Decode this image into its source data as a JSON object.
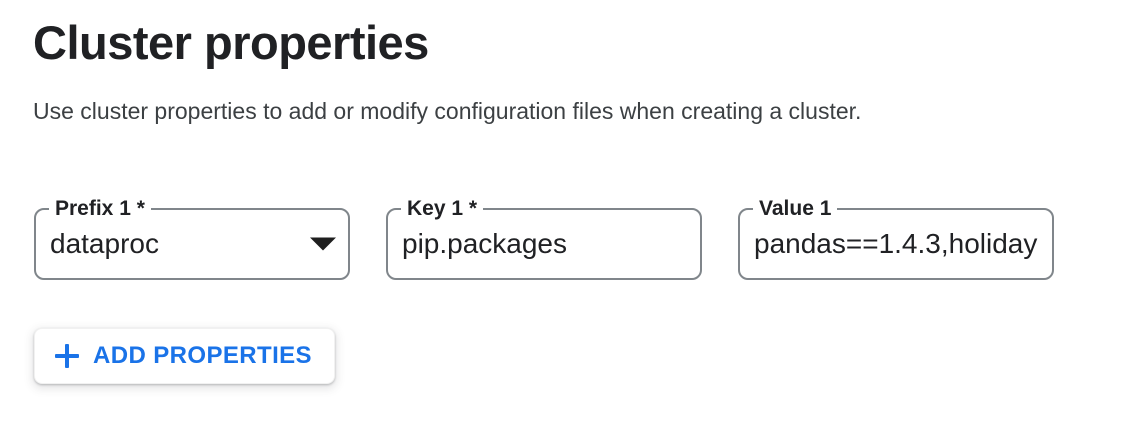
{
  "header": {
    "title": "Cluster properties",
    "description": "Use cluster properties to add or modify configuration files when creating a cluster."
  },
  "fields": {
    "prefix": {
      "label": "Prefix 1 *",
      "value": "dataproc",
      "type": "select",
      "icon": "caret-down-icon"
    },
    "key": {
      "label": "Key 1 *",
      "value": "pip.packages",
      "type": "text"
    },
    "value": {
      "label": "Value 1",
      "value": "pandas==1.4.3,holiday",
      "type": "text"
    }
  },
  "actions": {
    "add_properties": {
      "label": "ADD PROPERTIES",
      "icon": "plus-icon"
    }
  },
  "colors": {
    "accent_blue": "#1a73e8",
    "text_primary": "#202124",
    "text_secondary": "#3c4043",
    "field_border": "#80868b",
    "background": "#ffffff"
  }
}
